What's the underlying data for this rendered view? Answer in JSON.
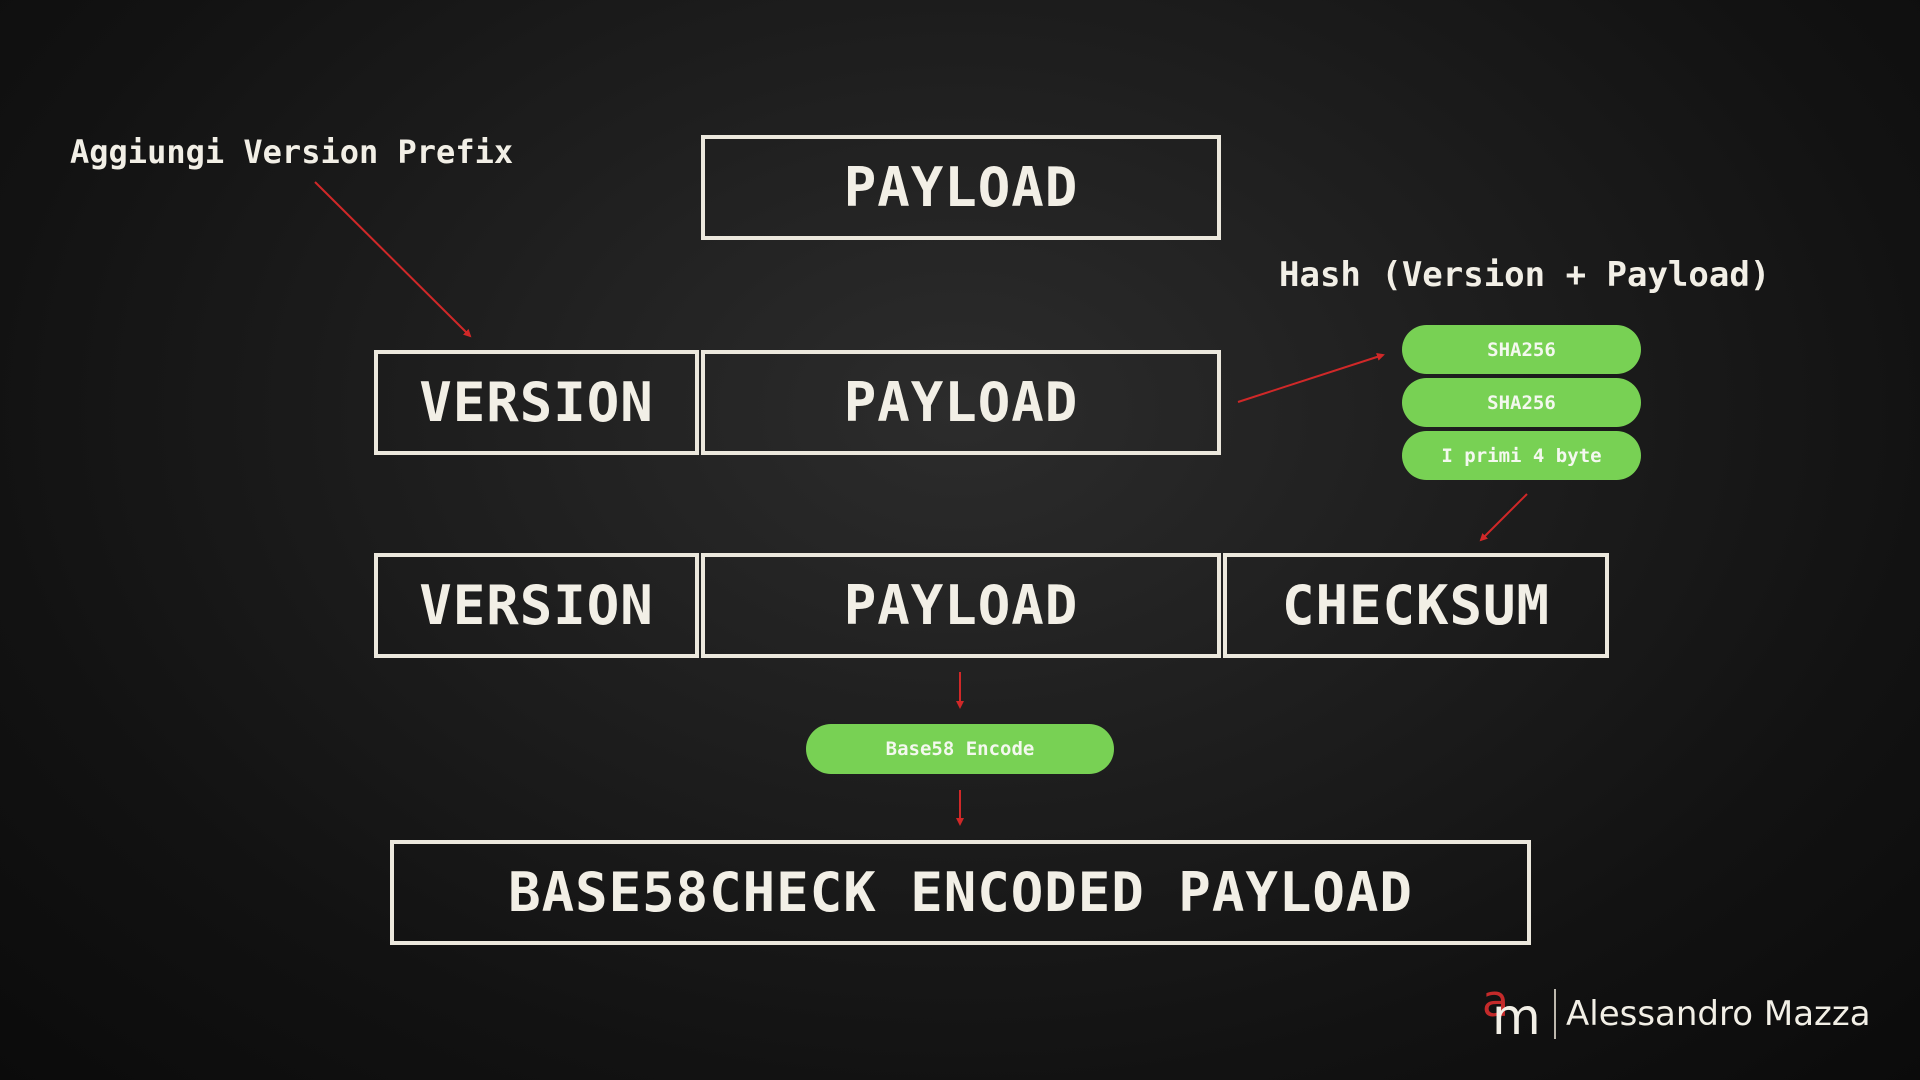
{
  "annotations": {
    "version_prefix": "Aggiungi Version Prefix",
    "hash_label": "Hash (Version + Payload)"
  },
  "row1": {
    "payload": "PAYLOAD"
  },
  "row2": {
    "version": "VERSION",
    "payload": "PAYLOAD"
  },
  "hash_steps": [
    "SHA256",
    "SHA256",
    "I primi 4 byte"
  ],
  "row3": {
    "version": "VERSION",
    "payload": "PAYLOAD",
    "checksum": "CHECKSUM"
  },
  "encode_step": "Base58 Encode",
  "result": "BASE58CHECK ENCODED PAYLOAD",
  "author": {
    "logo_a": "a",
    "logo_m": "m",
    "name": "Alessandro Mazza"
  },
  "colors": {
    "background": "#1e1e1e",
    "box_border": "#ece8dd",
    "text": "#f2efe6",
    "pill": "#78d154",
    "arrow": "#d02828"
  }
}
